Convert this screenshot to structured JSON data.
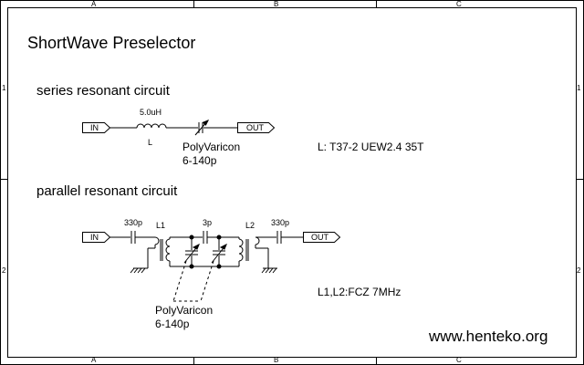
{
  "frame": {
    "columns": [
      "A",
      "B",
      "C"
    ],
    "rows": [
      "1",
      "2"
    ]
  },
  "title": "ShortWave Preselector",
  "series_circuit": {
    "heading": "series resonant circuit",
    "input_port": "IN",
    "output_port": "OUT",
    "inductor_value": "5.0uH",
    "inductor_ref": "L",
    "capacitor_name": "PolyVaricon",
    "capacitor_range": "6-140p",
    "coil_note": "L: T37-2 UEW2.4 35T"
  },
  "parallel_circuit": {
    "heading": "parallel resonant circuit",
    "input_port": "IN",
    "output_port": "OUT",
    "input_cap": "330p",
    "coupling_cap": "3p",
    "output_cap": "330p",
    "coil1_ref": "L1",
    "coil2_ref": "L2",
    "capacitor_name": "PolyVaricon",
    "capacitor_range": "6-140p",
    "coil_note": "L1,L2:FCZ 7MHz"
  },
  "website": "www.henteko.org"
}
